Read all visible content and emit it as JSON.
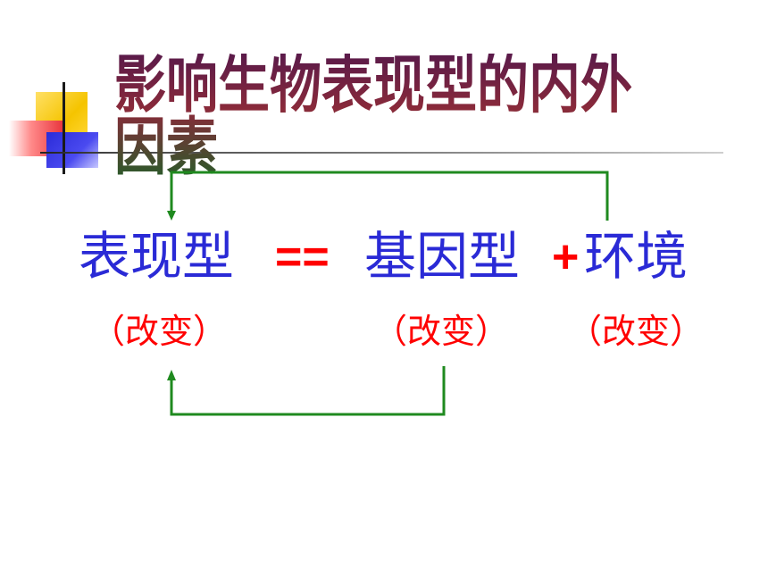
{
  "slide": {
    "title": "影响生物表现型的内外因素",
    "equation": {
      "phenotype": "表现型",
      "equals": "==",
      "genotype": "基因型",
      "plus": "+",
      "environment": "环境"
    },
    "annotations": {
      "phenotype_change": "（改变）",
      "genotype_change": "（改变）",
      "environment_change": "（改变）"
    }
  },
  "colors": {
    "blue_text": "#2a2ad6",
    "red_text": "#ff0000",
    "arrow_green": "#1f8a1f"
  }
}
